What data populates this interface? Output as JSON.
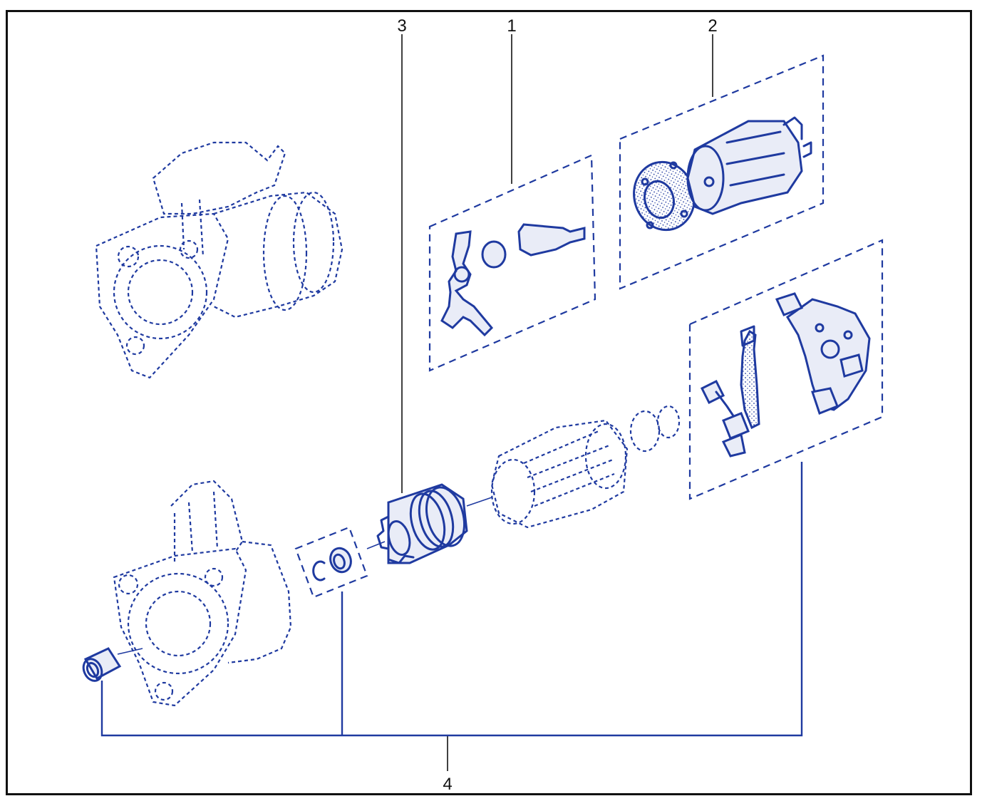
{
  "callouts": [
    {
      "label": "3"
    },
    {
      "label": "1"
    },
    {
      "label": "2"
    },
    {
      "label": "4"
    }
  ],
  "colors": {
    "line": "#1f3aa0",
    "frame": "#111111",
    "background": "#ffffff"
  }
}
